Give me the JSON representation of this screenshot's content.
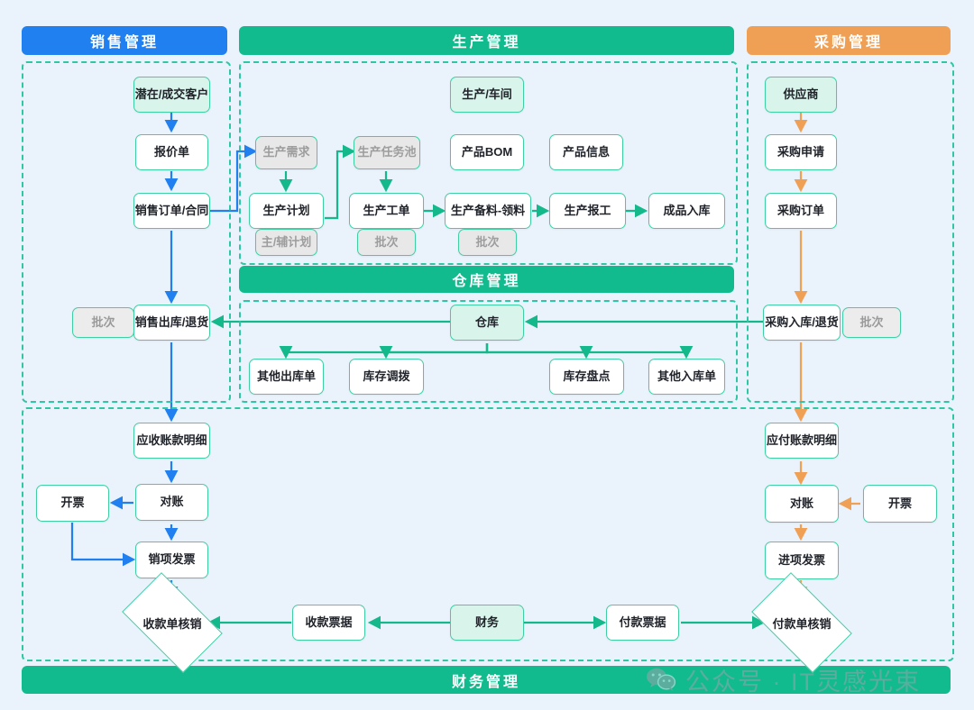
{
  "colors": {
    "background": "#eaf2fb",
    "sales_band": "#2080f0",
    "production_band": "#11bb8d",
    "purchase_band": "#f0a055",
    "warehouse_band": "#11bb8d",
    "finance_band": "#11bb8d",
    "zone_border": "#2ec6a4",
    "node_border": "#3fcfa5",
    "entity_fill": "#d9f4ea",
    "tag_fill": "#ececec",
    "sales_arrow": "#2080f0",
    "production_arrow": "#13b98b",
    "purchase_arrow": "#f0a055"
  },
  "bands": {
    "sales": "销售管理",
    "production": "生产管理",
    "purchase": "采购管理",
    "warehouse": "仓库管理",
    "finance": "财务管理"
  },
  "sales": {
    "customer": "潜在/成交客户",
    "quotation": "报价单",
    "order": "销售订单/合同",
    "batch_tag": "批次",
    "outbound": "销售出库/退货"
  },
  "production": {
    "workshop": "生产/车间",
    "demand": "生产需求",
    "task_pool": "生产任务池",
    "bom": "产品BOM",
    "product_info": "产品信息",
    "plan": "生产计划",
    "work_order": "生产工单",
    "picking": "生产备料-领料",
    "reporting": "生产报工",
    "finished_in": "成品入库",
    "plan_tag": "主/辅计划",
    "workorder_tag": "批次",
    "picking_tag": "批次"
  },
  "warehouse": {
    "hub": "仓库",
    "other_out": "其他出库单",
    "transfer": "库存调拨",
    "stocktake": "库存盘点",
    "other_in": "其他入库单"
  },
  "purchase": {
    "supplier": "供应商",
    "requisition": "采购申请",
    "order": "采购订单",
    "inbound": "采购入库/退货",
    "batch_tag": "批次"
  },
  "finance": {
    "hub": "财务",
    "ar_detail": "应收账款明细",
    "ar_recon": "对账",
    "ar_invoice_issue": "开票",
    "output_invoice": "销项发票",
    "receipt_voucher": "收款票据",
    "receipt_writeoff": "收款单核销",
    "ap_detail": "应付账款明细",
    "ap_recon": "对账",
    "ap_invoice_issue": "开票",
    "input_invoice": "进项发票",
    "payment_voucher": "付款票据",
    "payment_writeoff": "付款单核销"
  },
  "watermark": {
    "icon": "wechat-icon",
    "text": "公众号 · IT灵感光束"
  }
}
